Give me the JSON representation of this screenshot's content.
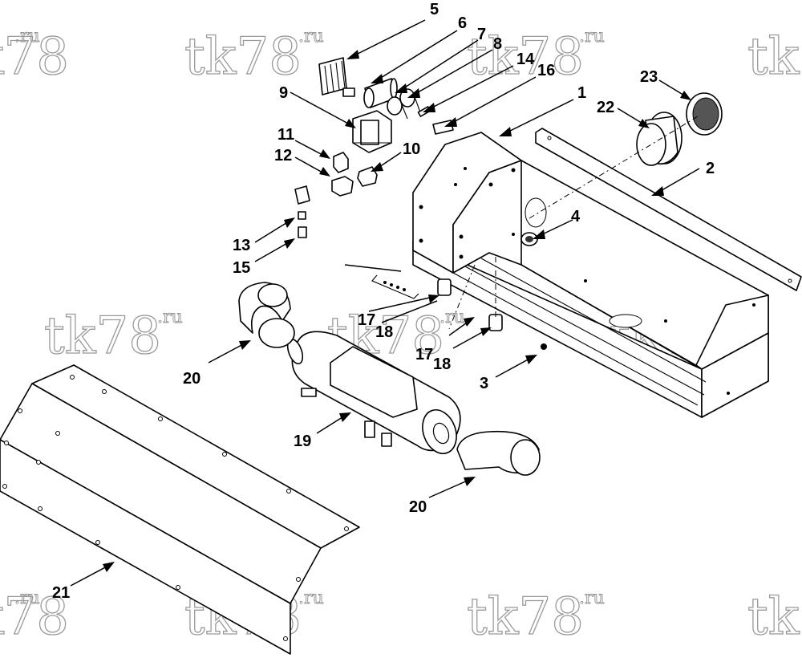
{
  "watermark": {
    "main": "tk78",
    "suffix": ".ru"
  },
  "callouts": [
    {
      "id": "c5",
      "label": "5"
    },
    {
      "id": "c6",
      "label": "6"
    },
    {
      "id": "c7",
      "label": "7"
    },
    {
      "id": "c8",
      "label": "8"
    },
    {
      "id": "c14",
      "label": "14"
    },
    {
      "id": "c16",
      "label": "16"
    },
    {
      "id": "c1",
      "label": "1"
    },
    {
      "id": "c23",
      "label": "23"
    },
    {
      "id": "c22",
      "label": "22"
    },
    {
      "id": "c2",
      "label": "2"
    },
    {
      "id": "c9",
      "label": "9"
    },
    {
      "id": "c11",
      "label": "11"
    },
    {
      "id": "c12",
      "label": "12"
    },
    {
      "id": "c10",
      "label": "10"
    },
    {
      "id": "c4",
      "label": "4"
    },
    {
      "id": "c13",
      "label": "13"
    },
    {
      "id": "c15",
      "label": "15"
    },
    {
      "id": "c17a",
      "label": "17"
    },
    {
      "id": "c18a",
      "label": "18"
    },
    {
      "id": "c17b",
      "label": "17"
    },
    {
      "id": "c18b",
      "label": "18"
    },
    {
      "id": "c20a",
      "label": "20"
    },
    {
      "id": "c3",
      "label": "3"
    },
    {
      "id": "c19",
      "label": "19"
    },
    {
      "id": "c20b",
      "label": "20"
    },
    {
      "id": "c21",
      "label": "21"
    }
  ]
}
